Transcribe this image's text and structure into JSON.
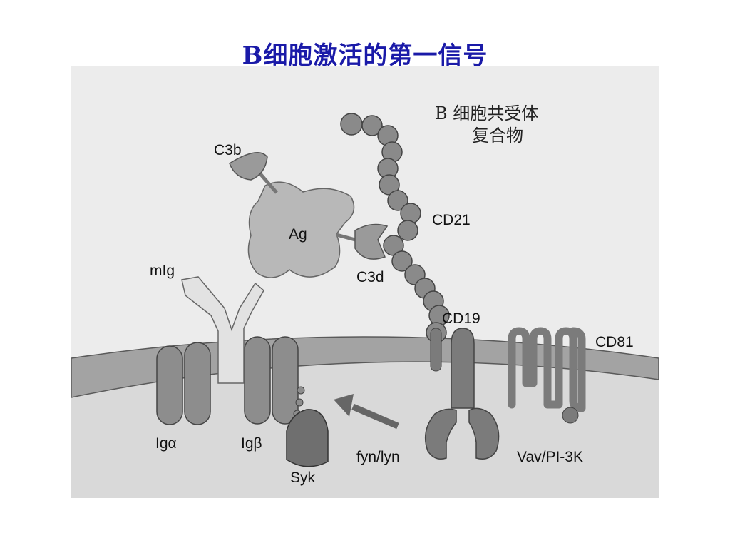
{
  "title": "B细胞激活的第一信号",
  "diagram": {
    "complex_label_line1": "B 细胞共受体",
    "complex_label_line2": "复合物",
    "labels": {
      "c3b": "C3b",
      "ag": "Ag",
      "c3d": "C3d",
      "cd21": "CD21",
      "cd19": "CD19",
      "cd81": "CD81",
      "mig": "mIg",
      "ig_alpha": "Igα",
      "ig_beta": "Igβ",
      "syk": "Syk",
      "fyn_lyn": "fyn/lyn",
      "vav_pi3k": "Vav/PI-3K"
    }
  }
}
